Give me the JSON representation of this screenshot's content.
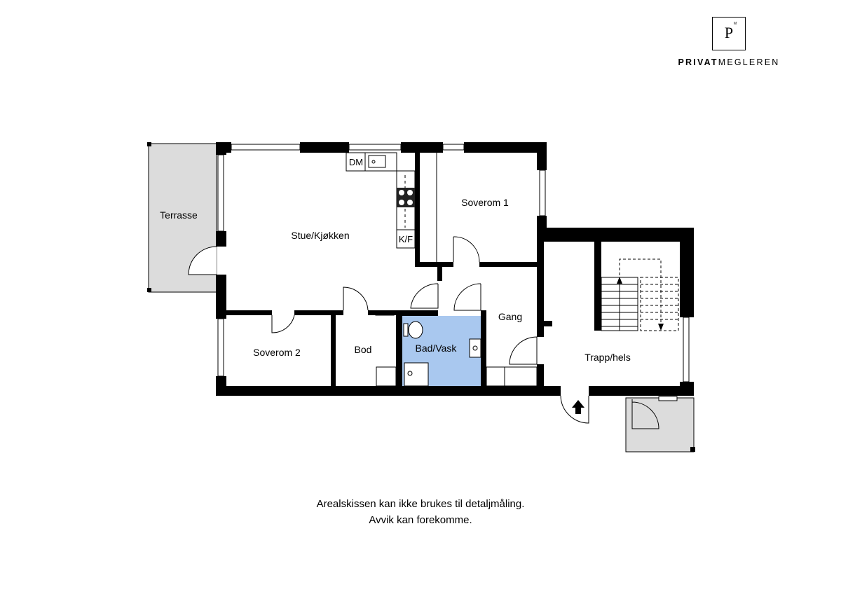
{
  "brand": {
    "letter": "P",
    "superscript": "M",
    "word_bold": "PRIVAT",
    "word_light": "MEGLEREN"
  },
  "rooms": {
    "terrasse": "Terrasse",
    "stue": "Stue/Kjøkken",
    "soverom1": "Soverom 1",
    "soverom2": "Soverom 2",
    "bod": "Bod",
    "bad": "Bad/Vask",
    "gang": "Gang",
    "trapp": "Trapp/hels"
  },
  "fixtures": {
    "dm": "DM",
    "kf": "K/F"
  },
  "disclaimer": {
    "line1": "Arealskissen kan ikke brukes til detaljmåling.",
    "line2": "Avvik kan forekomme."
  },
  "colors": {
    "wall": "#000000",
    "terrace_fill": "#dcdcdc",
    "bath_fill": "#a9c8ef"
  }
}
